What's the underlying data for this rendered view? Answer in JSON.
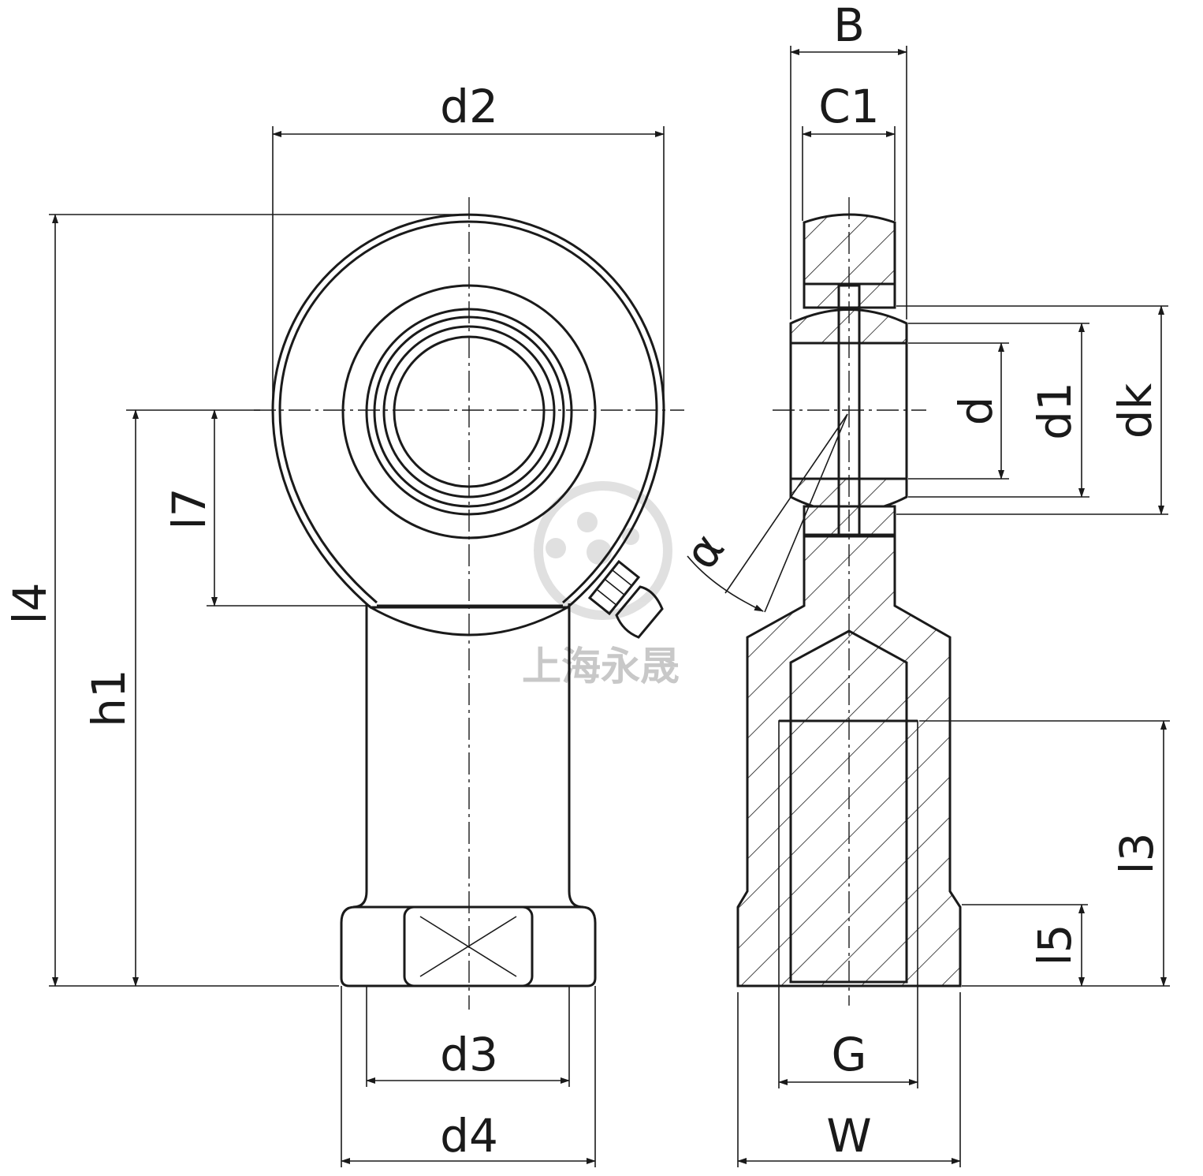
{
  "front_view": {
    "labels": {
      "d2": "d2",
      "l4": "l4",
      "h1": "h1",
      "l7": "l7",
      "d3": "d3",
      "d4": "d4"
    }
  },
  "side_view": {
    "labels": {
      "B": "B",
      "C1": "C1",
      "d": "d",
      "d1": "d1",
      "dk": "dk",
      "alpha": "α",
      "l3": "l3",
      "l5": "l5",
      "G": "G",
      "W": "W"
    }
  },
  "watermark": {
    "text": "上海永晟"
  }
}
